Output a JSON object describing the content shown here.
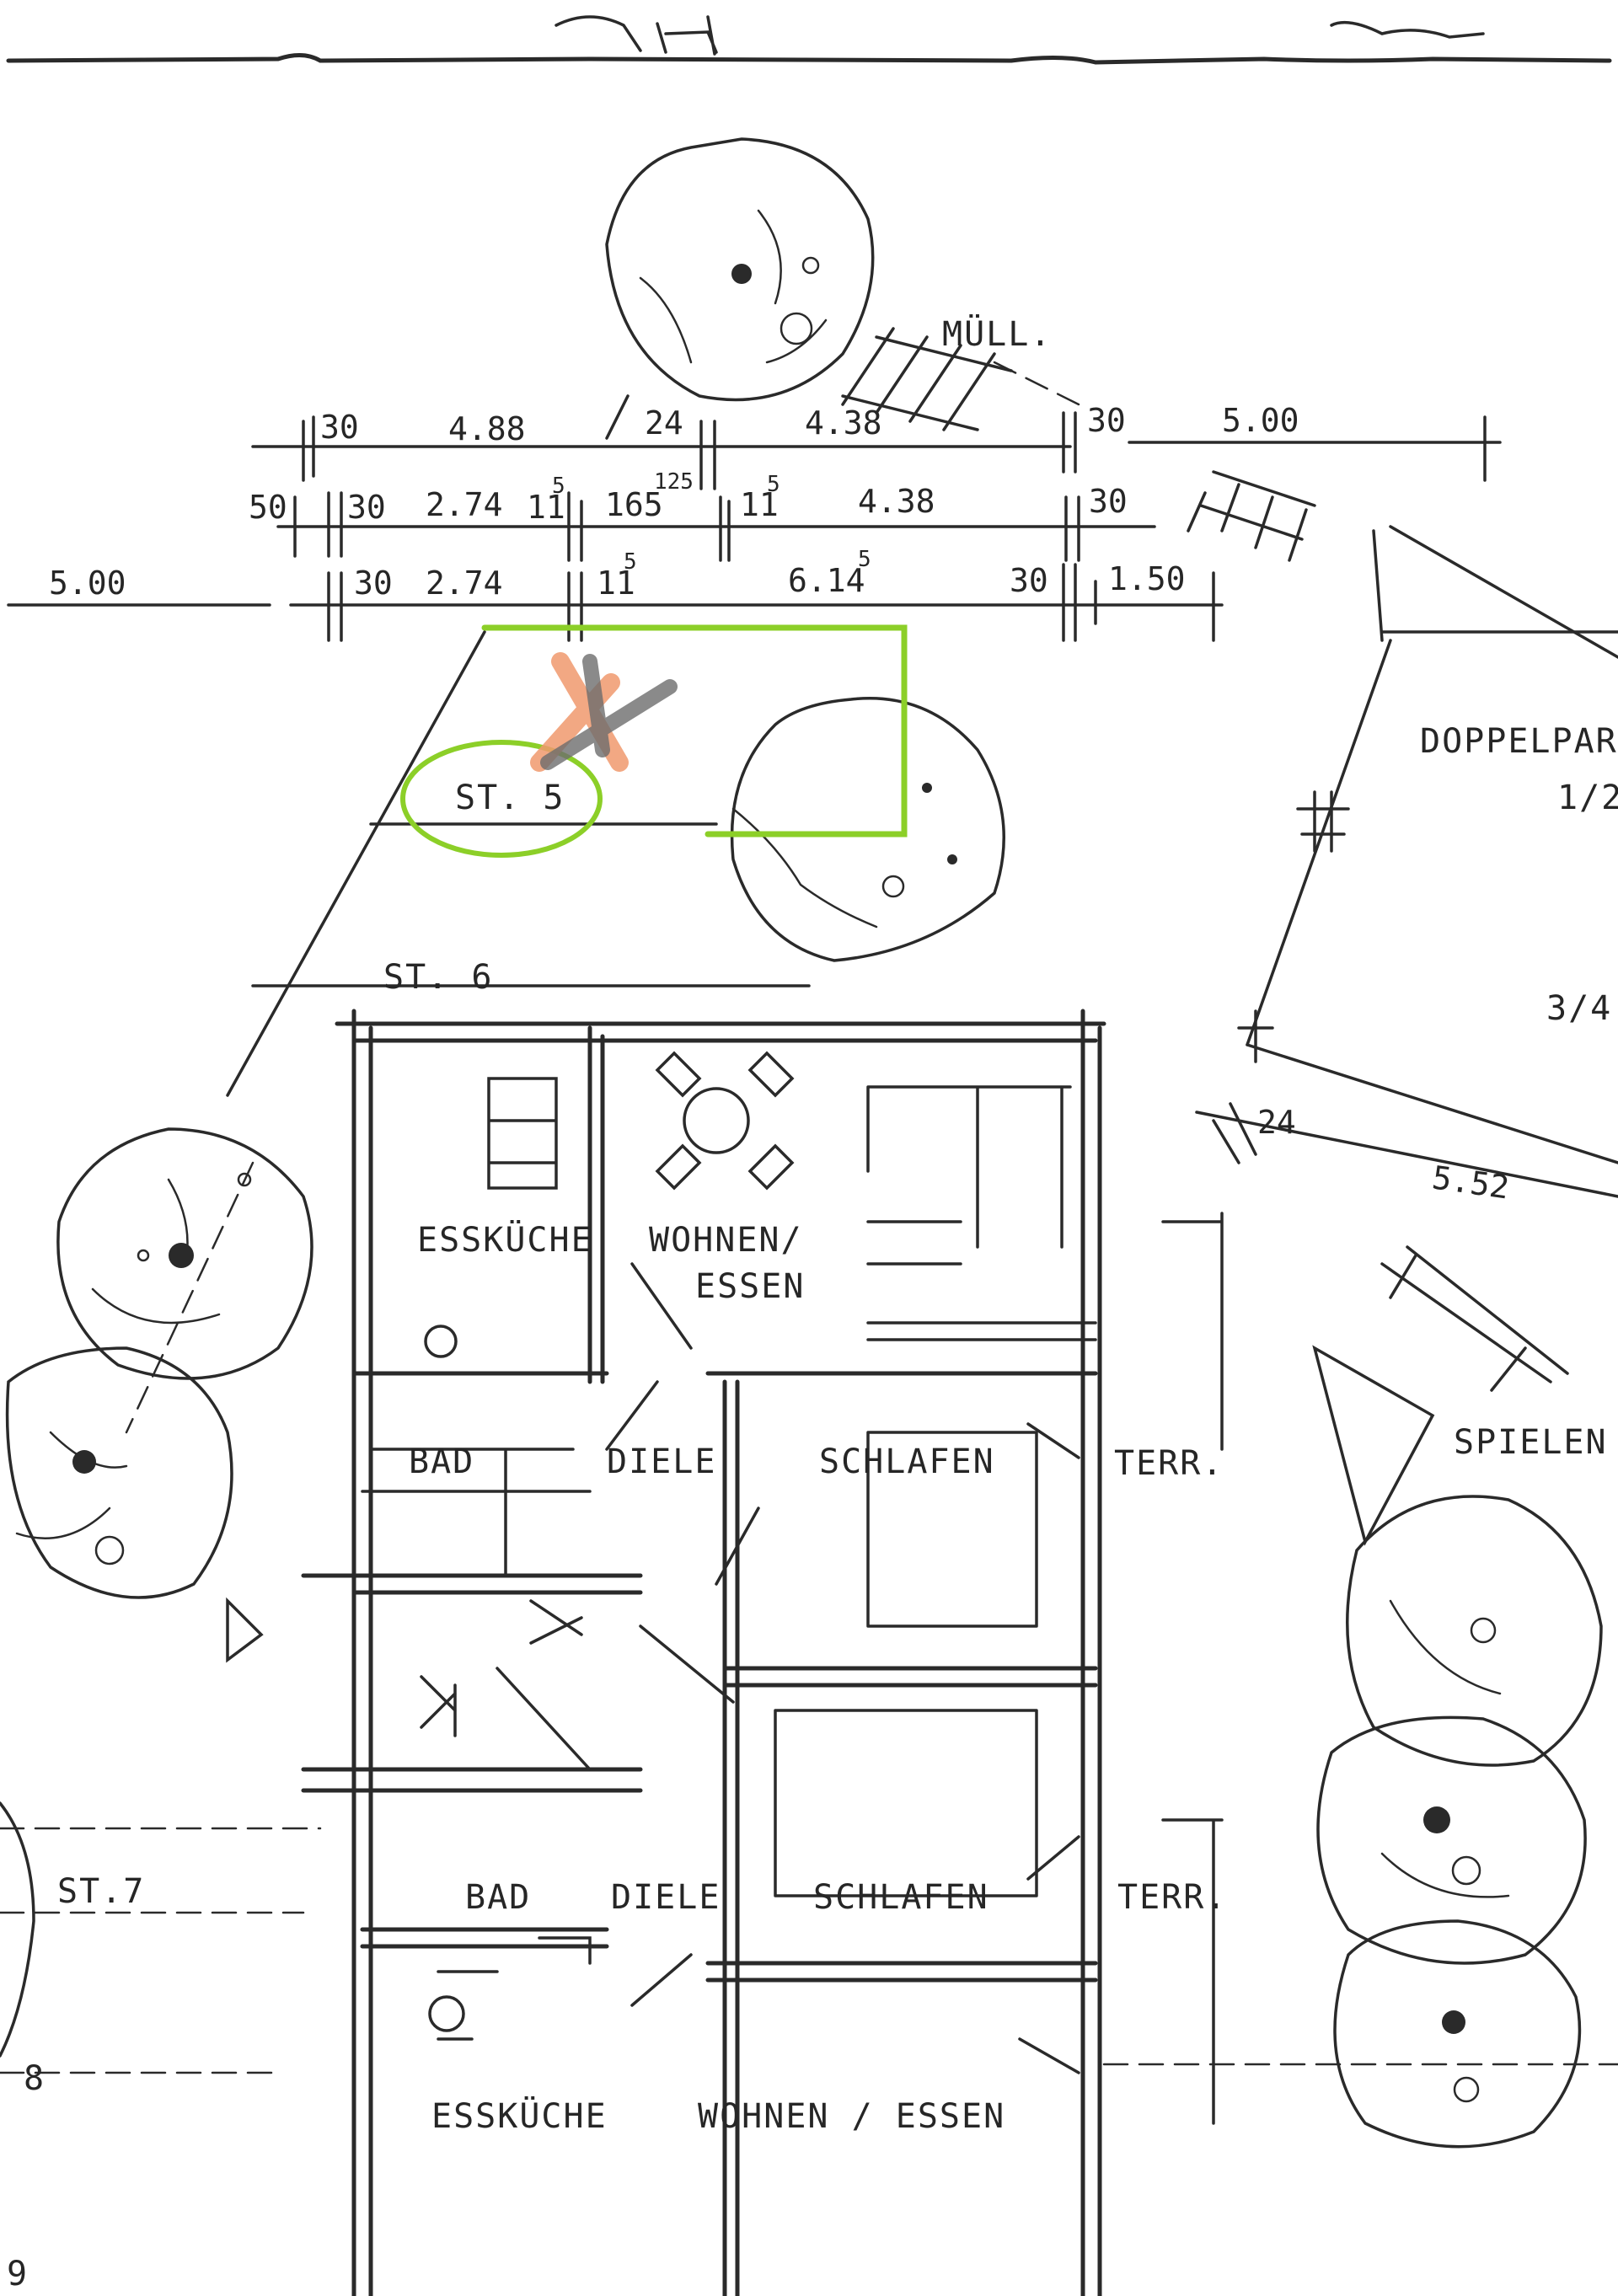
{
  "colors": {
    "paper": "#ffffff",
    "ink": "#2a2a2a",
    "highlight_green": "#8ccf28",
    "cross_orange": "#f09a6e",
    "cross_gray": "#6d6d6d"
  },
  "labels": {
    "muell": "MÜLL.",
    "doppelpark": "DOPPELPARK",
    "park_1_2": "1/2",
    "park_3_4": "3/4",
    "st5": "ST. 5",
    "st6": "ST. 6",
    "st7": "ST.7",
    "spielen": "SPIELEN",
    "num_8": "8",
    "num_9": "9"
  },
  "rooms_upper": {
    "esskueche": "ESSKÜCHE",
    "wohnen_1": "WOHNEN/",
    "wohnen_2": "ESSEN",
    "bad": "BAD",
    "diele": "DIELE",
    "schlafen": "SCHLAFEN",
    "terr": "TERR."
  },
  "rooms_lower": {
    "bad": "BAD",
    "diele": "DIELE",
    "schlafen": "SCHLAFEN",
    "terr": "TERR.",
    "esskueche": "ESSKÜCHE",
    "wohnen": "WOHNEN / ESSEN"
  },
  "dimensions": {
    "row1": {
      "a": "30",
      "b": "4.88",
      "c": "24",
      "d": "4.38",
      "e": "30",
      "f": "5.00"
    },
    "row2": {
      "a": "50",
      "b": "30",
      "c": "2.74",
      "d": "11",
      "d_sup": "5",
      "e": "165",
      "e_sup": "125",
      "f": "11",
      "f_sup": "5",
      "g": "4.38",
      "h": "30"
    },
    "row3": {
      "a": "5.00",
      "b": "30",
      "c": "2.74",
      "d": "11",
      "d_sup": "5",
      "e": "6.14",
      "e_sup": "5",
      "f": "30",
      "g": "1.50"
    },
    "park": {
      "a": "24",
      "b": "5.52"
    }
  }
}
